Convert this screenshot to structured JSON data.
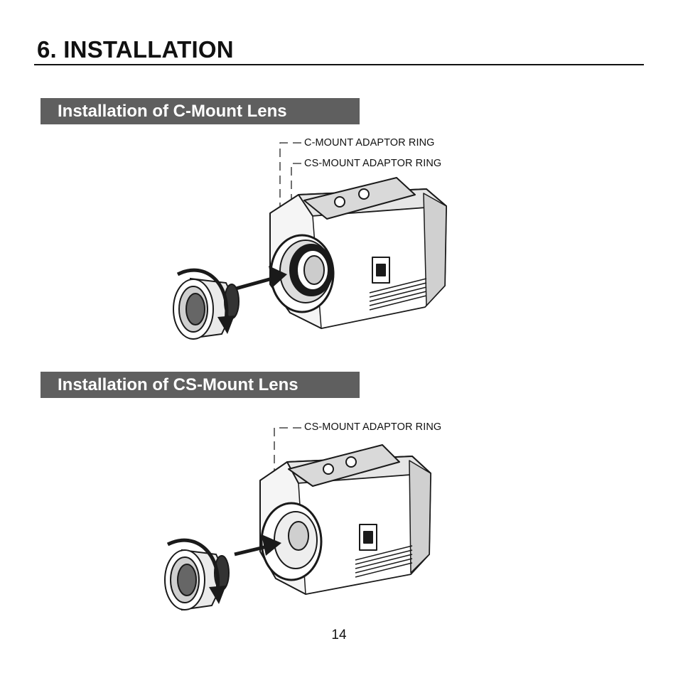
{
  "page": {
    "title": "6. INSTALLATION",
    "page_number": "14"
  },
  "sections": [
    {
      "heading": "Installation of C-Mount Lens",
      "callouts": [
        "C-MOUNT ADAPTOR RING",
        "CS-MOUNT ADAPTOR RING"
      ]
    },
    {
      "heading": "Installation of CS-Mount Lens",
      "callouts": [
        "CS-MOUNT ADAPTOR RING"
      ]
    }
  ],
  "colors": {
    "section_bar": "#5f5f5f",
    "line_art": "#1a1a1a",
    "dashed_leader": "#222222"
  }
}
